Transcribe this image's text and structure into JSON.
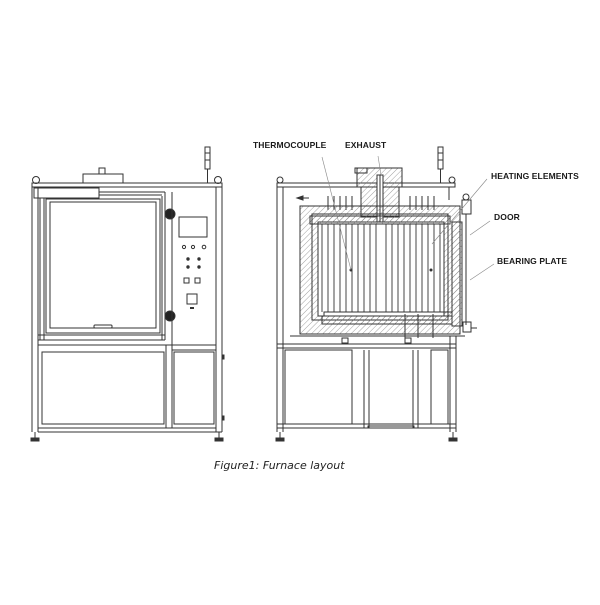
{
  "figure": {
    "caption": "Figure1: Furnace layout",
    "views": [
      {
        "id": "front-view",
        "description": "Front elevation of furnace with door and control panel"
      },
      {
        "id": "section-view",
        "description": "Side cross-section of furnace chamber"
      }
    ],
    "labels": {
      "thermocouple": "THERMOCOUPLE",
      "exhaust": "EXHAUST",
      "heating_elements": "HEATING ELEMENTS",
      "door": "DOOR",
      "bearing_plate": "BEARING PLATE"
    },
    "colors": {
      "line": "#333333",
      "background": "#ffffff",
      "text": "#1a1a1a"
    }
  }
}
